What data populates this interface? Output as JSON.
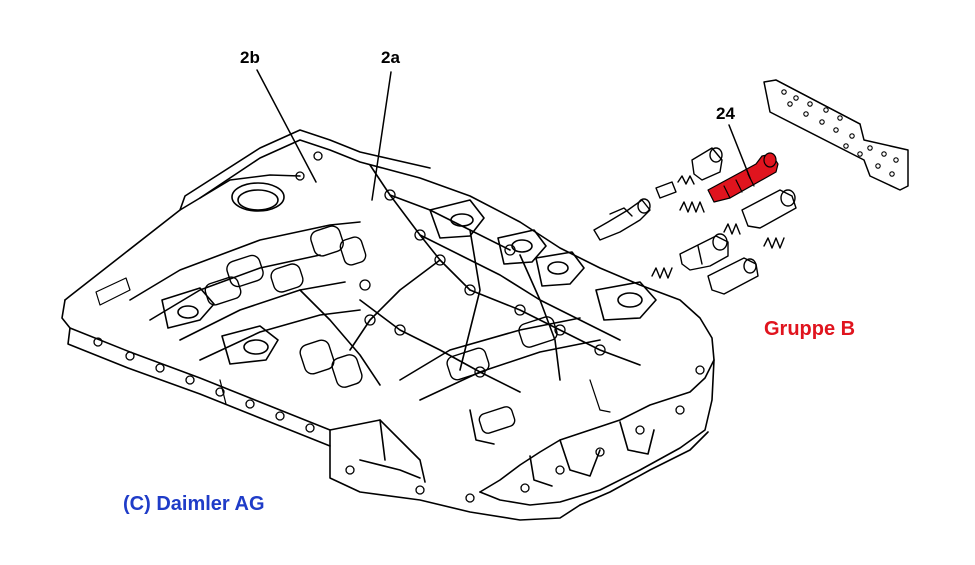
{
  "callouts": {
    "part_2b": "2b",
    "part_2a": "2a",
    "part_24": "24"
  },
  "group_caption": "Gruppe B",
  "copyright": "(C) Daimler AG",
  "colors": {
    "background": "#ffffff",
    "line": "#000000",
    "highlight": "#e0141e",
    "group_caption": "#e0141e",
    "copyright": "#1f3cc8"
  }
}
